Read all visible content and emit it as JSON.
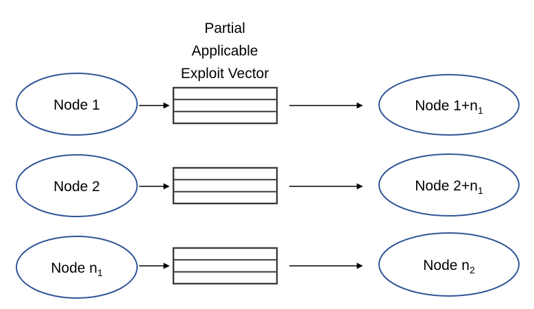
{
  "title": {
    "lines": [
      "Partial",
      "Applicable",
      "Exploit Vector"
    ]
  },
  "rows": [
    {
      "left": {
        "label": "Node 1",
        "sub": ""
      },
      "right": {
        "label": "Node 1+n",
        "sub": "1"
      }
    },
    {
      "left": {
        "label": "Node 2",
        "sub": ""
      },
      "right": {
        "label": "Node 2+n",
        "sub": "1"
      }
    },
    {
      "left": {
        "label": "Node n",
        "sub": "1"
      },
      "right": {
        "label": "Node n",
        "sub": "2"
      }
    }
  ],
  "table": {
    "row_count": 3
  },
  "colors": {
    "node_outline": "#2F5496",
    "table_outline": "#3A3A3A",
    "arrow": "#000000",
    "text": "#000000",
    "background": "#FFFFFF"
  }
}
